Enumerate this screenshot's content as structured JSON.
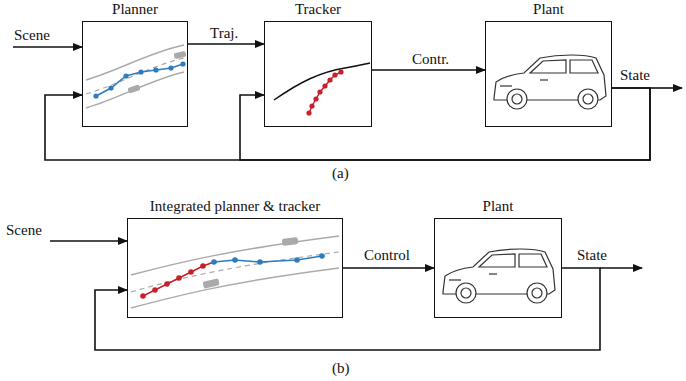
{
  "diagram": {
    "nodes": [
      {
        "text": [
          "Planner"
        ]
      },
      {
        "text": [
          "Tracker"
        ]
      },
      {
        "text": [
          "Plant"
        ]
      },
      {
        "text": [
          "Integrated planner & tracker"
        ]
      },
      {
        "text": [
          "Plant"
        ]
      }
    ],
    "edges": [
      {
        "from": 0,
        "to": 1,
        "arrow": "to",
        "label": "Traj."
      },
      {
        "from": 1,
        "to": 2,
        "arrow": "to",
        "label": "Contr."
      },
      {
        "from": 2,
        "to": 0,
        "arrow": "to",
        "label": "State"
      },
      {
        "from": 2,
        "to": 1,
        "arrow": "to"
      },
      {
        "from": 3,
        "to": 4,
        "arrow": "to",
        "label": "Control"
      },
      {
        "from": 4,
        "to": 3,
        "arrow": "to",
        "label": "State"
      }
    ],
    "labels": [
      "Scene",
      "(a)",
      "Scene",
      "(b)"
    ]
  }
}
